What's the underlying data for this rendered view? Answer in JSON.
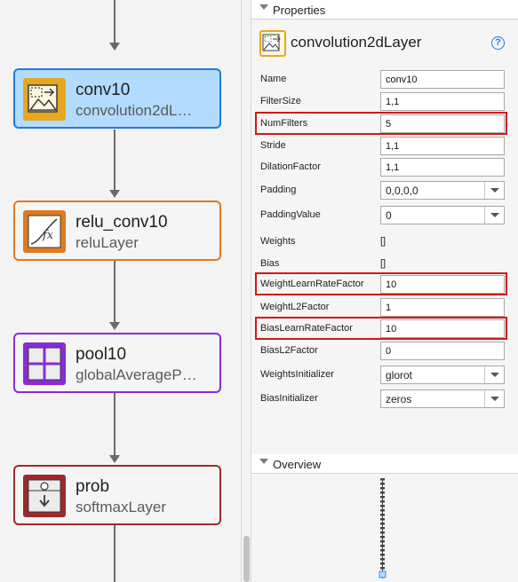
{
  "network": {
    "nodes": [
      {
        "name": "conv10",
        "type": "convolution2dL…",
        "icon": "convolution-layer-icon",
        "color": "#1f7ae0",
        "bg": "#b3dbfd",
        "iconbg": "#e6a820"
      },
      {
        "name": "relu_conv10",
        "type": "reluLayer",
        "icon": "relu-function-icon",
        "color": "#e07a1f",
        "bg": "#f5f5f5",
        "iconbg": "#e07a1f"
      },
      {
        "name": "pool10",
        "type": "globalAverageP…",
        "icon": "pooling-grid-icon",
        "color": "#8a2bd6",
        "bg": "#f5f5f5",
        "iconbg": "#8a2bd6"
      },
      {
        "name": "prob",
        "type": "softmaxLayer",
        "icon": "softmax-icon",
        "color": "#9b2b2b",
        "bg": "#f5f5f5",
        "iconbg": "#9b2b2b"
      }
    ]
  },
  "properties": {
    "section_title": "Properties",
    "layer_type": "convolution2dLayer",
    "help_label": "?",
    "rows": [
      {
        "label": "Name",
        "value": "conv10",
        "kind": "field"
      },
      {
        "label": "FilterSize",
        "value": "1,1",
        "kind": "field"
      },
      {
        "label": "NumFilters",
        "value": "5",
        "kind": "field"
      },
      {
        "label": "Stride",
        "value": "1,1",
        "kind": "field"
      },
      {
        "label": "DilationFactor",
        "value": "1,1",
        "kind": "field"
      },
      {
        "label": "Padding",
        "value": "0,0,0,0",
        "kind": "select"
      },
      {
        "label": "PaddingValue",
        "value": "0",
        "kind": "select"
      },
      {
        "label": "Weights",
        "value": "[]",
        "kind": "static"
      },
      {
        "label": "Bias",
        "value": "[]",
        "kind": "static"
      },
      {
        "label": "WeightLearnRateFactor",
        "value": "10",
        "kind": "field"
      },
      {
        "label": "WeightL2Factor",
        "value": "1",
        "kind": "field"
      },
      {
        "label": "BiasLearnRateFactor",
        "value": "10",
        "kind": "field"
      },
      {
        "label": "BiasL2Factor",
        "value": "0",
        "kind": "field"
      },
      {
        "label": "WeightsInitializer",
        "value": "glorot",
        "kind": "select"
      },
      {
        "label": "BiasInitializer",
        "value": "zeros",
        "kind": "select"
      }
    ],
    "highlighted_rows": [
      "NumFilters",
      "WeightLearnRateFactor",
      "BiasLearnRateFactor"
    ],
    "highlight_color": "#d01818"
  },
  "overview": {
    "section_title": "Overview"
  }
}
